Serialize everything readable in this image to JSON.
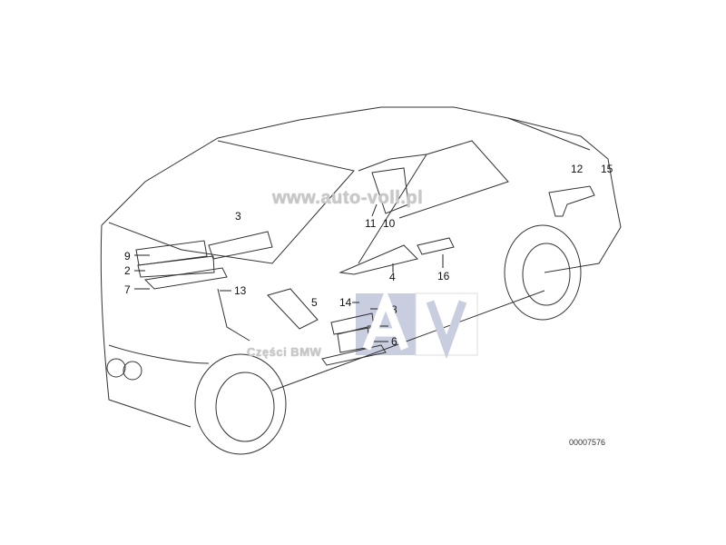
{
  "diagram": {
    "part_labels": [
      "1",
      "2",
      "3",
      "4",
      "5",
      "6",
      "7",
      "8",
      "9",
      "10",
      "11",
      "12",
      "13",
      "14",
      "15",
      "16"
    ],
    "drawing_code": "00007576"
  },
  "watermarks": {
    "site": "www.auto-voll.pl",
    "subtitle": "Części BMW",
    "logo_letters": "AV",
    "logo_color": "#c9cde0"
  }
}
